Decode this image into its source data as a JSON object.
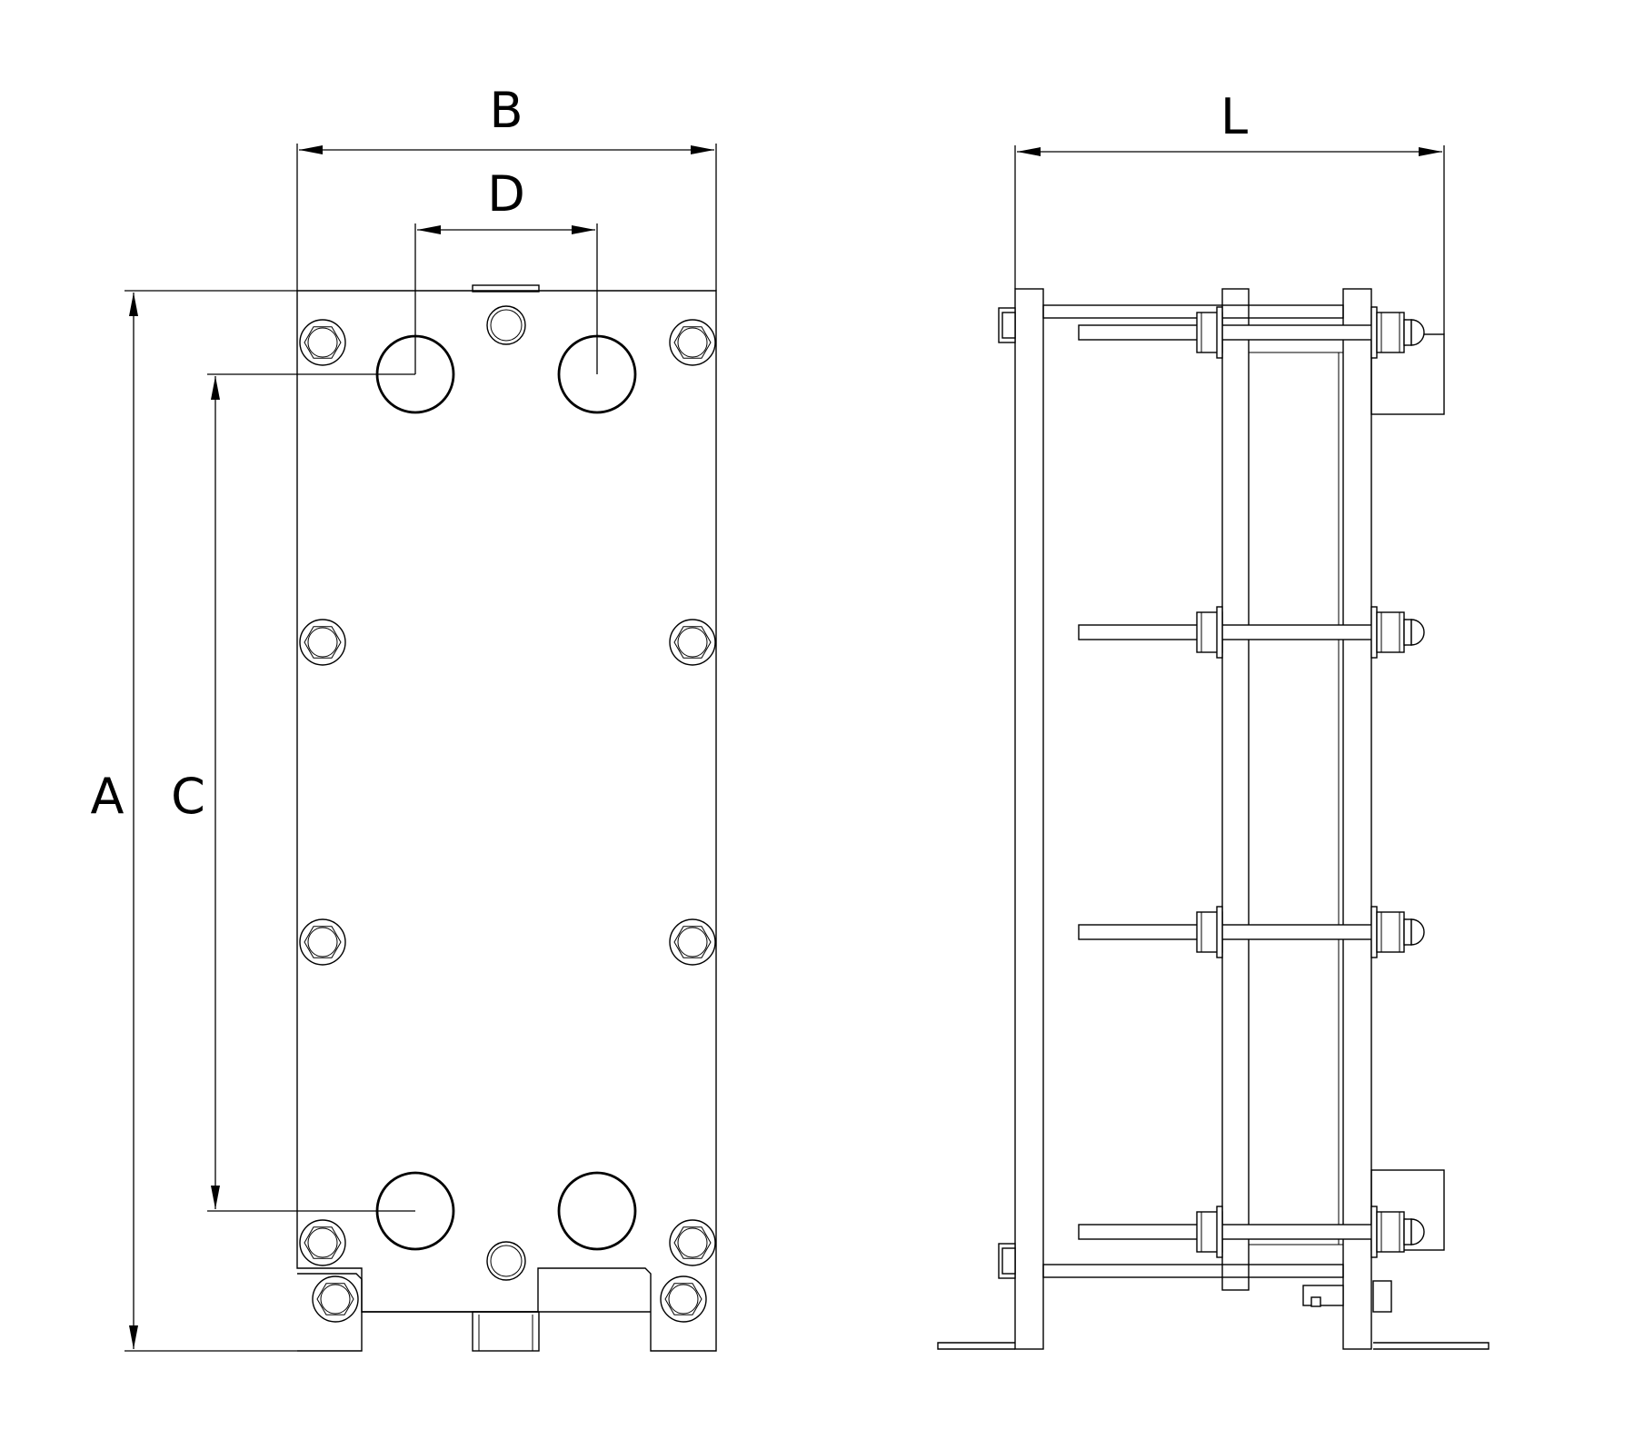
{
  "dimensions": {
    "A": "A",
    "B": "B",
    "C": "C",
    "D": "D",
    "L": "L"
  },
  "colors": {
    "line": "#000000",
    "background": "#ffffff"
  }
}
